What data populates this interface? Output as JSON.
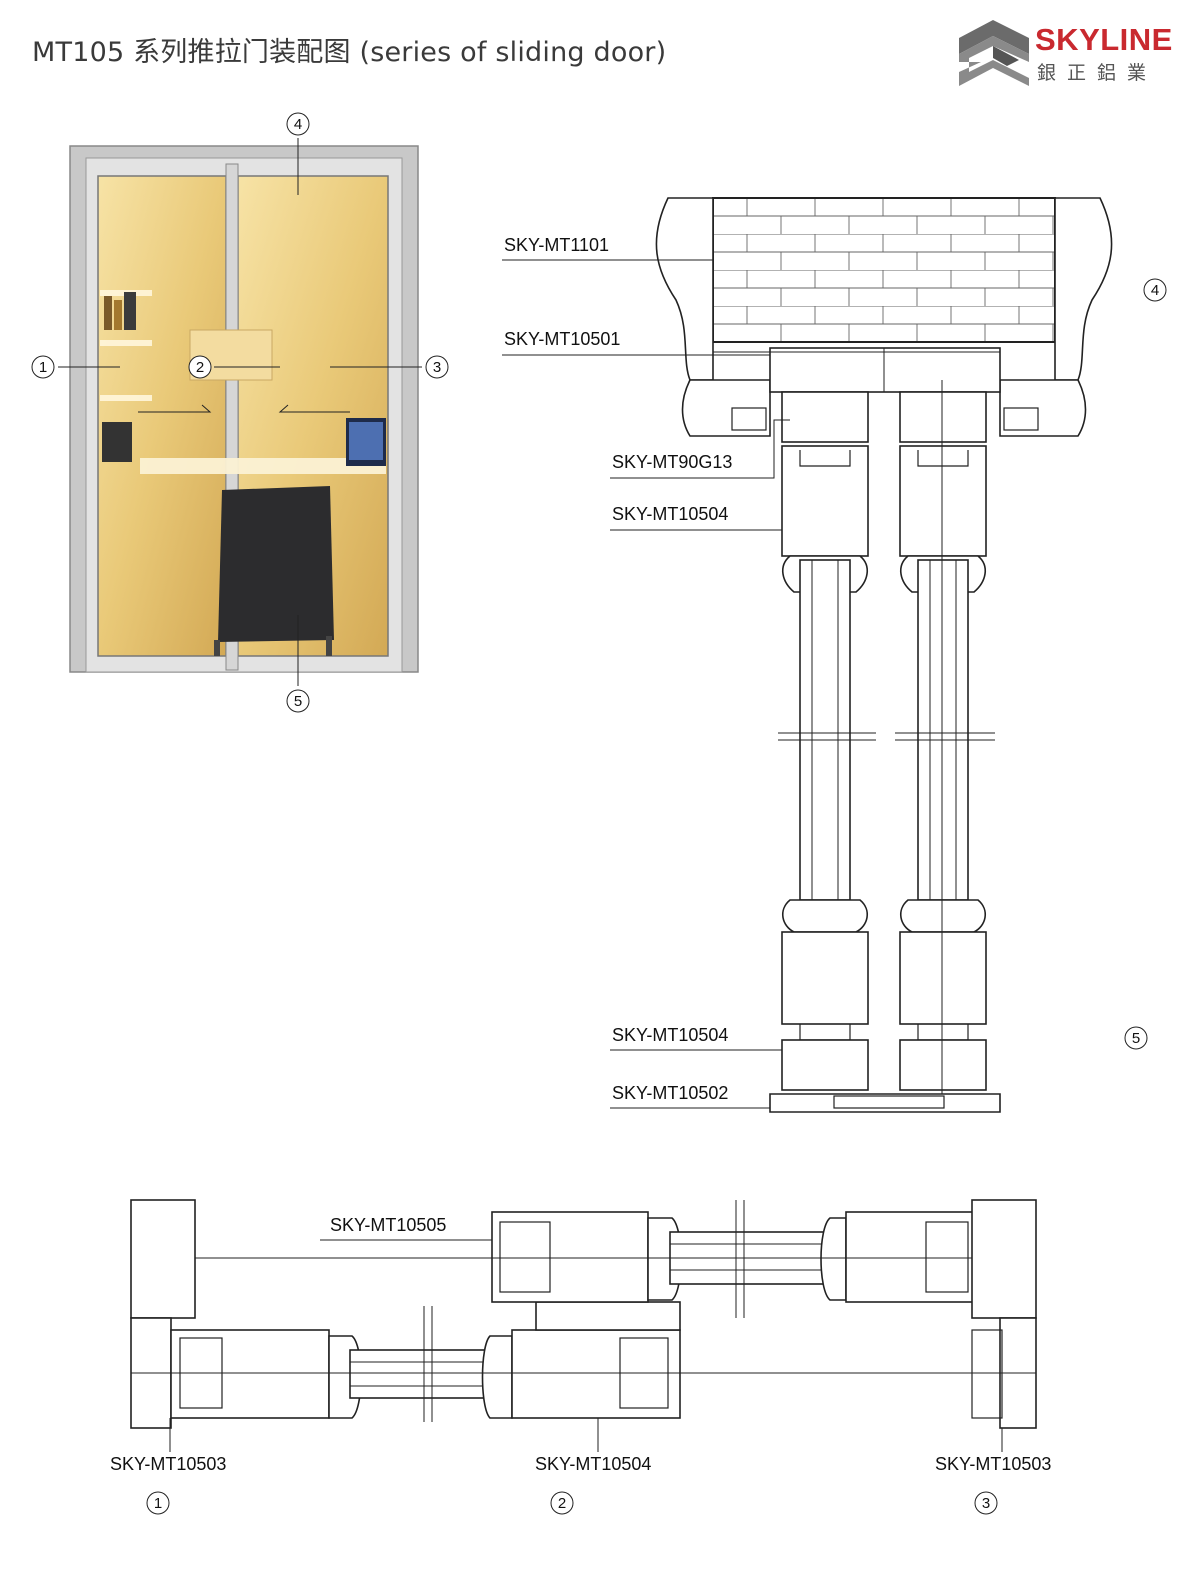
{
  "header": {
    "title": "MT105 系列推拉门装配图 (series of sliding door)"
  },
  "logo": {
    "name": "SKYLINE",
    "subtitle": "銀正鋁業",
    "colors": {
      "red": "#c9292f",
      "gray": "#6b6b6b"
    }
  },
  "door_elevation": {
    "callouts": [
      "1",
      "2",
      "3",
      "4",
      "5"
    ],
    "colors": {
      "frame": "#c8c8c8",
      "glass": "#e9c978"
    }
  },
  "vertical_section": {
    "labels": {
      "top_frame": "SKY-MT1101",
      "head_track": "SKY-MT10501",
      "interlock_top": "SKY-MT90G13",
      "sash_top": "SKY-MT10504",
      "sash_bottom": "SKY-MT10504",
      "sill_track": "SKY-MT10502"
    },
    "callouts": {
      "top": "4",
      "bottom": "5"
    }
  },
  "horizontal_section": {
    "labels": {
      "interlock": "SKY-MT10505",
      "left_jamb": "SKY-MT10503",
      "middle_sash": "SKY-MT10504",
      "right_jamb": "SKY-MT10503"
    },
    "callouts": {
      "left": "1",
      "middle": "2",
      "right": "3"
    }
  }
}
